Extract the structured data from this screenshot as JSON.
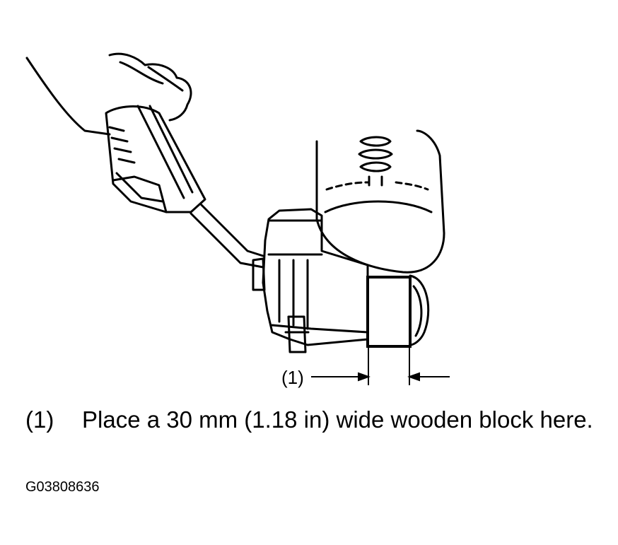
{
  "callout": {
    "label": "(1)"
  },
  "caption": {
    "number": "(1)",
    "text": "Place a 30 mm (1.18 in) wide wooden block here."
  },
  "figure_id": "G03808636"
}
